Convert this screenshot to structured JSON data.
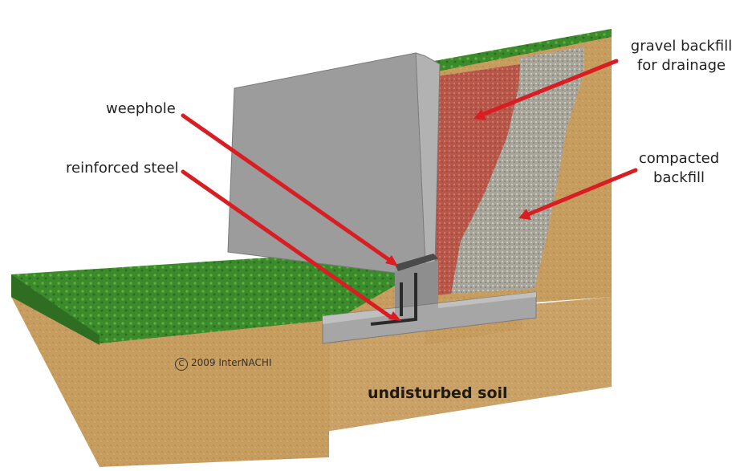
{
  "labels": {
    "weephole": "weephole",
    "reinforced_steel": "reinforced steel",
    "gravel_line1": "gravel backfill",
    "gravel_line2": "for drainage",
    "compacted_line1": "compacted",
    "compacted_line2": "backfill",
    "undisturbed_soil": "undisturbed soil",
    "copyright_symbol": "C",
    "copyright_text": "2009  InterNACHI"
  },
  "colors": {
    "grass": "#3f8a2c",
    "soil": "#c49a5c",
    "concrete": "#9a9a9a",
    "gravel_red": "#b35a48",
    "compacted_gray": "#a8a49a",
    "leader_line": "#d81e22"
  }
}
